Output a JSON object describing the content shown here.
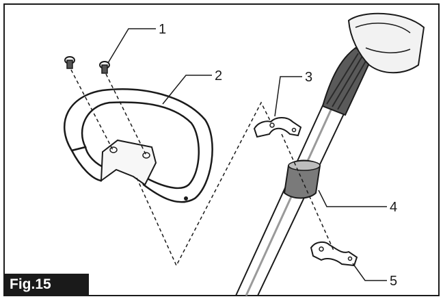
{
  "figure": {
    "label": "Fig.15",
    "callouts": [
      "1",
      "2",
      "3",
      "4",
      "5"
    ]
  },
  "colors": {
    "ink": "#1a1a1a",
    "shaft_gray": "#8a8a8a",
    "grip_dark": "#3a3a3a",
    "background": "#ffffff"
  }
}
